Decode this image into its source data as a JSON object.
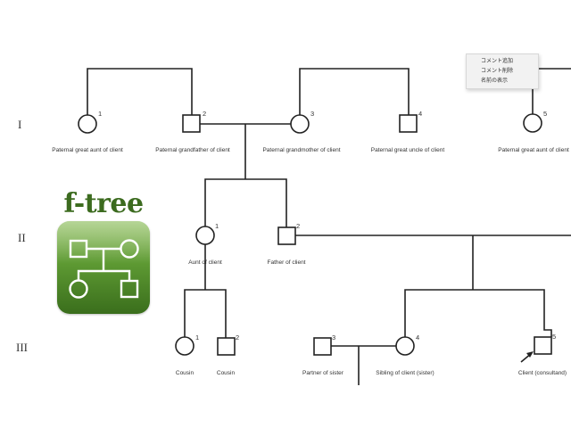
{
  "generations": [
    "I",
    "II",
    "III"
  ],
  "members": {
    "gen1": [
      {
        "number": "1",
        "label": "Paternal great aunt of client"
      },
      {
        "number": "2",
        "label": "Paternal grandfather of client"
      },
      {
        "number": "3",
        "label": "Paternal grandmother of client"
      },
      {
        "number": "4",
        "label": "Paternal great uncle of client"
      },
      {
        "number": "5",
        "label": "Paternal great aunt of client"
      }
    ],
    "gen2": [
      {
        "number": "1",
        "label": "Aunt of client"
      },
      {
        "number": "2",
        "label": "Father of client"
      }
    ],
    "gen3": [
      {
        "number": "1",
        "label": "Cousin"
      },
      {
        "number": "2",
        "label": "Cousin"
      },
      {
        "number": "3",
        "label": "Partner of sister"
      },
      {
        "number": "4",
        "label": "Sibling of client (sister)"
      },
      {
        "number": "5",
        "label": "Client (consultand)"
      }
    ]
  },
  "context_menu": {
    "items": [
      "コメント追加",
      "コメント削除",
      "名前の表示"
    ]
  },
  "logo": {
    "title": "f-tree"
  },
  "colors": {
    "line": "#222222",
    "logo_text": "#3c6b1f",
    "logo_gradient_top": "#8fbf5e",
    "logo_gradient_bottom": "#3a6e1c"
  }
}
